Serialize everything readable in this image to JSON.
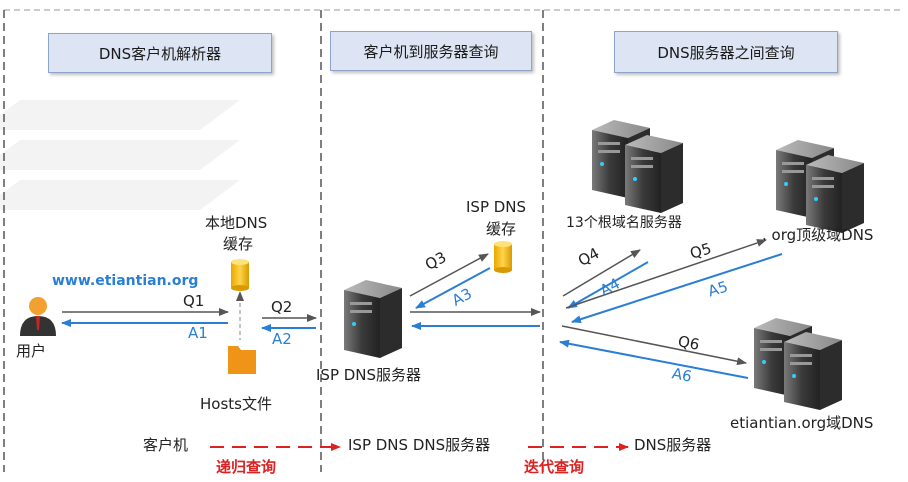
{
  "sections": {
    "client_resolver": "DNS客户机解析器",
    "client_to_server": "客户机到服务器查询",
    "between_servers": "DNS服务器之间查询"
  },
  "nodes": {
    "user": "用户",
    "url": "www.etiantian.org",
    "local_cache_l1": "本地DNS",
    "local_cache_l2": "缓存",
    "hosts": "Hosts文件",
    "isp_server": "ISP DNS服务器",
    "isp_cache_l1": "ISP DNS",
    "isp_cache_l2": "缓存",
    "root": "13个根域名服务器",
    "tld": ". org顶级域DNS",
    "domain": "etiantian.org域DNS"
  },
  "arrows": {
    "q1": "Q1",
    "a1": "A1",
    "q2": "Q2",
    "a2": "A2",
    "q3": "Q3",
    "a3": "A3",
    "q4": "Q4",
    "a4": "A4",
    "q5": "Q5",
    "a5": "A5",
    "q6": "Q6",
    "a6": "A6"
  },
  "bottom": {
    "client": "客户机",
    "isp_label": "ISP DNS  DNS服务器",
    "dns_server": "DNS服务器",
    "recursive": "递归查询",
    "iterative": "迭代查询"
  },
  "colors": {
    "blue": "#2a7fd4",
    "dark": "#555555",
    "red": "#dd2222",
    "header_bg": "#dde5f4"
  }
}
